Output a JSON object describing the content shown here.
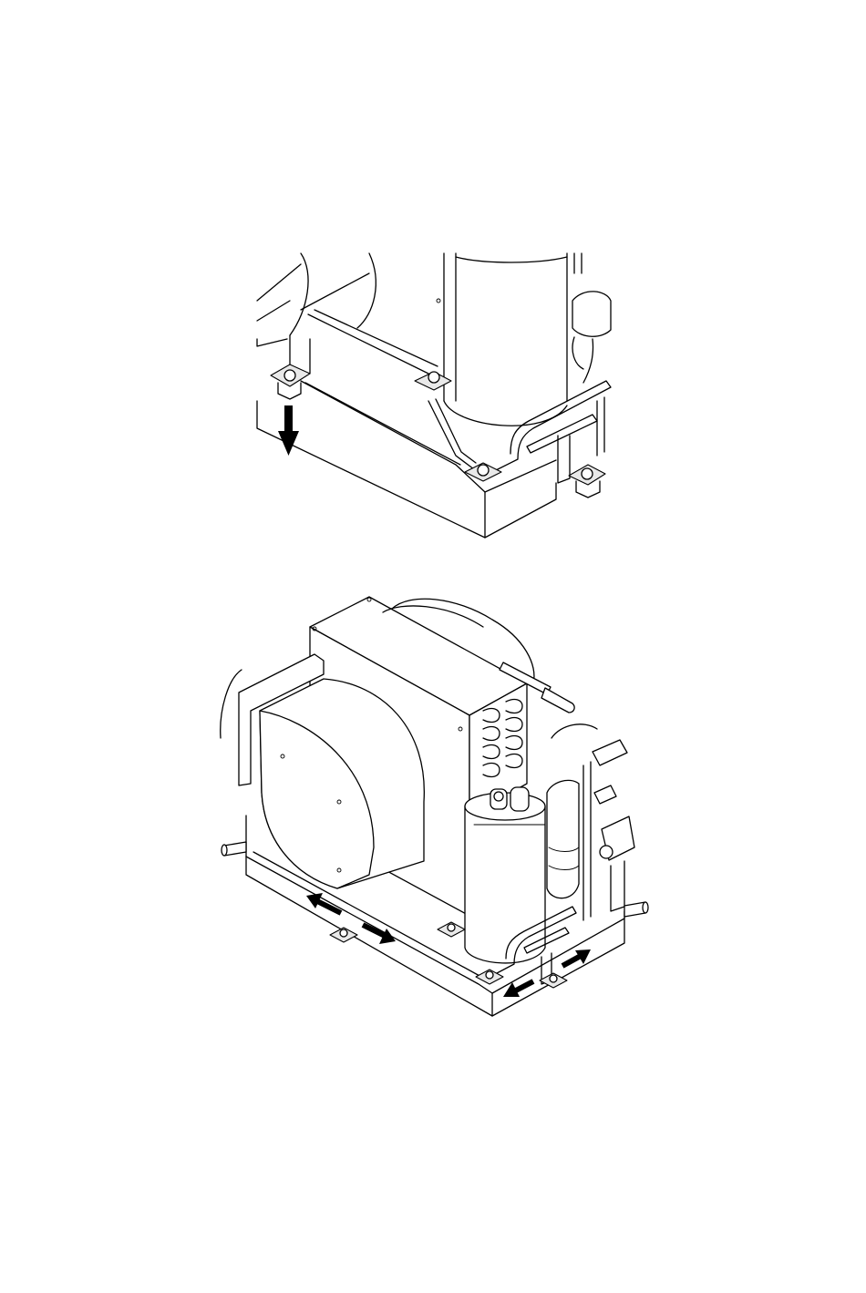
{
  "figures": [
    {
      "id": "detail-view",
      "arrows": [
        {
          "direction": "down"
        }
      ]
    },
    {
      "id": "overview",
      "arrows": [
        {
          "direction": "up-left"
        },
        {
          "direction": "down-right"
        },
        {
          "direction": "down-left"
        },
        {
          "direction": "up-right"
        }
      ]
    }
  ],
  "colors": {
    "line": "#000000",
    "background": "#ffffff",
    "shade": "#e9e9e9"
  }
}
